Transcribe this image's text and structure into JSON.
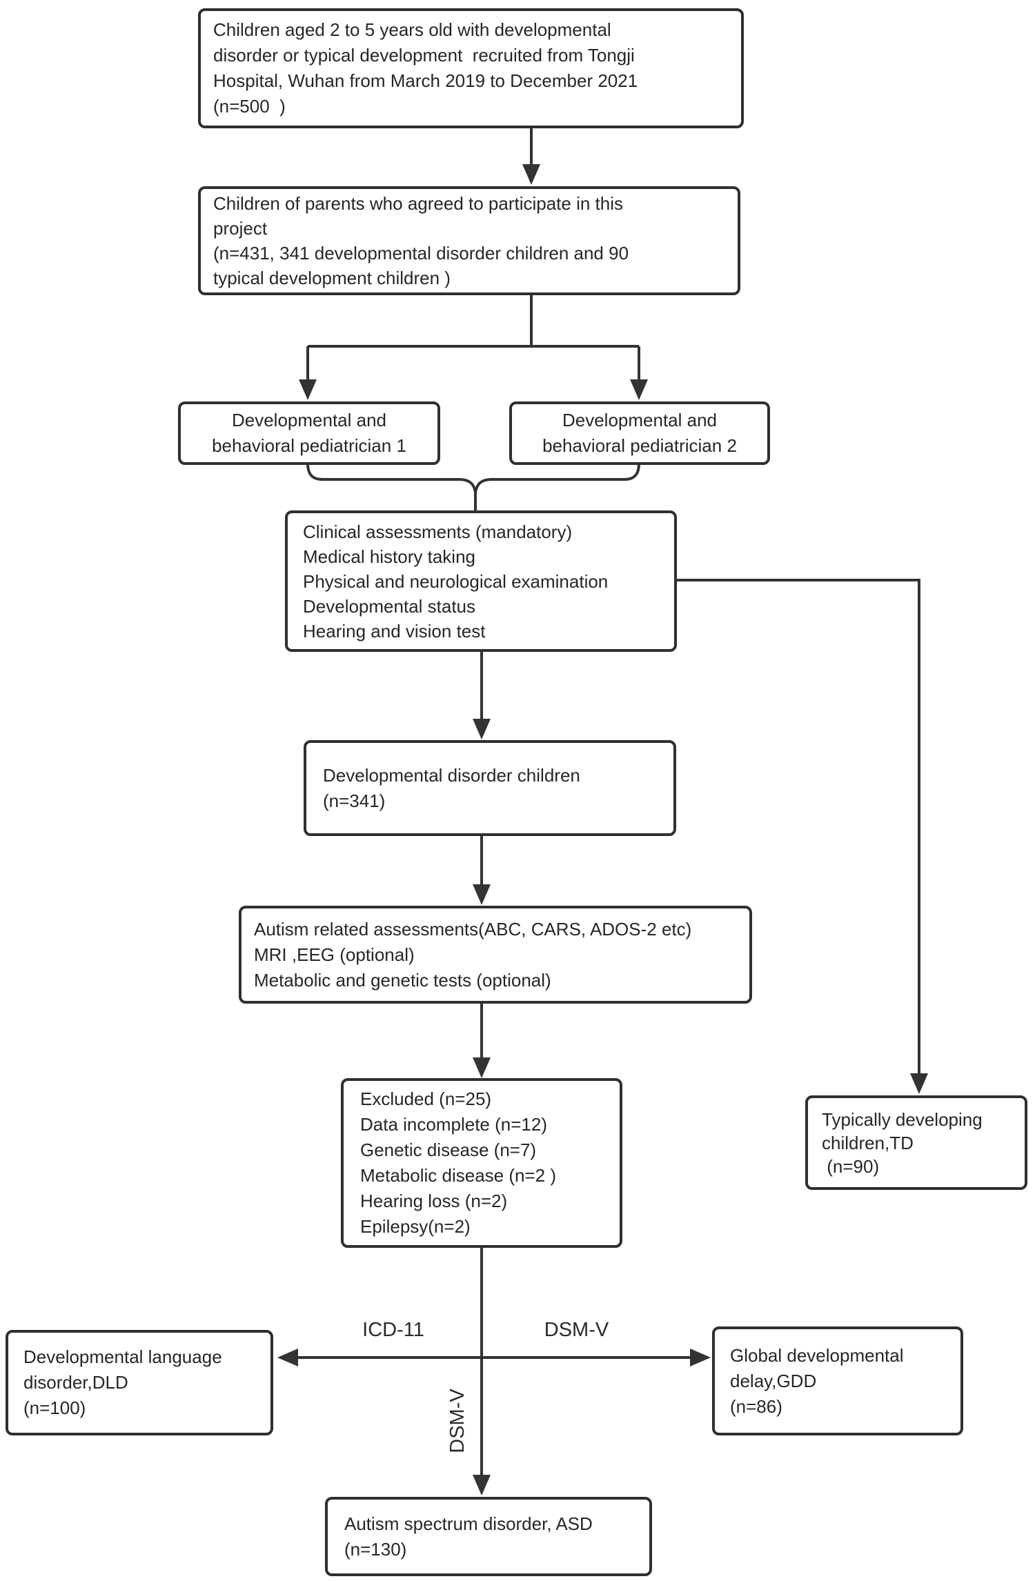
{
  "boxes": {
    "recruited": {
      "text": "Children aged 2 to 5 years old with developmental\ndisorder or typical development  recruited from Tongji\nHospital, Wuhan from March 2019 to December 2021\n(n=500  )"
    },
    "consented": {
      "text": "Children of parents who agreed to participate in this\nproject\n(n=431, 341 developmental disorder children and 90\ntypical development children )"
    },
    "pediatrician1": {
      "text": "Developmental and\nbehavioral pediatrician 1"
    },
    "pediatrician2": {
      "text": "Developmental and\nbehavioral pediatrician 2"
    },
    "clinical": {
      "text": "Clinical assessments (mandatory)\nMedical history taking\nPhysical and neurological examination\nDevelopmental status\nHearing and vision test"
    },
    "dd_children": {
      "text": "Developmental disorder children\n(n=341)"
    },
    "autism_assessments": {
      "text": "Autism related assessments(ABC, CARS, ADOS-2 etc)\nMRI ,EEG (optional)\nMetabolic and genetic tests (optional)"
    },
    "excluded": {
      "text": "Excluded (n=25)\nData incomplete (n=12)\nGenetic disease (n=7)\nMetabolic disease (n=2 )\nHearing loss (n=2)\nEpilepsy(n=2)"
    },
    "td_children": {
      "text": "Typically developing\nchildren,TD\n (n=90)"
    },
    "dld": {
      "text": "Developmental language\ndisorder,DLD\n(n=100)"
    },
    "gdd": {
      "text": "Global developmental\ndelay,GDD\n(n=86)"
    },
    "asd": {
      "text": "Autism spectrum disorder, ASD\n(n=130)"
    }
  },
  "edge_labels": {
    "icd11": "ICD-11",
    "dsmv_horizontal": "DSM-V",
    "dsmv_vertical": "DSM-V"
  },
  "colors": {
    "line": "#333333",
    "box_border": "#2f2f2f",
    "text": "#262626",
    "background": "#ffffff"
  }
}
